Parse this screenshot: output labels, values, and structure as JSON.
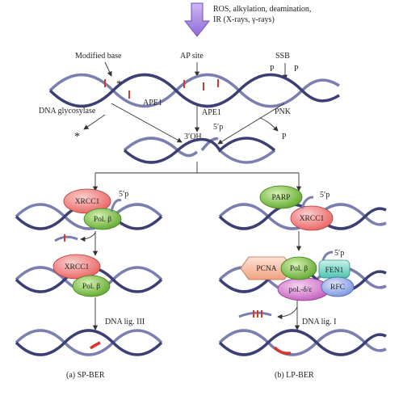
{
  "damage": {
    "agents_line1": "ROS, alkylation, deamination,",
    "agents_line2": "IR (X-rays, γ-rays)",
    "modified_base": "Modified base",
    "ap_site": "AP site",
    "ssb": "SSB",
    "p_left": "P",
    "p_right": "P"
  },
  "processing": {
    "dna_glycosylase": "DNA glycosylase",
    "ape1_left": "APE1",
    "ape1_mid": "APE1",
    "pnk": "PNK",
    "three_oh": "3′OH",
    "five_p": "5′p",
    "released_p": "P",
    "excised_base": "*"
  },
  "sp_ber": {
    "xrcc1": "XRCC1",
    "pol_beta": "Pol. β",
    "five_p": "5′p",
    "xrcc1_b": "XRCC1",
    "pol_beta_b": "Pol. β",
    "ligase": "DNA lig. III",
    "caption": "(a) SP-BER"
  },
  "lp_ber": {
    "parp": "PARP",
    "five_p": "5′p",
    "xrcc1": "XRCC1",
    "pcna": "PCNA",
    "pol_beta": "Pol. β",
    "fen1": "FEN1",
    "five_p_b": "5′p",
    "pol_delta": "pol.-δ/ε",
    "rfc": "RFC",
    "ligase": "DNA lig. I",
    "caption": "(b) LP-BER"
  },
  "colors": {
    "strand": "#7a7fb0",
    "strand_dark": "#3b3f73",
    "damage": "#d9362b",
    "xrcc1": "#f07a7a",
    "pol_beta": "#7fc241",
    "parp": "#7fc241",
    "pcna": "#f4b79a",
    "fen1": "#79d6c4",
    "pol_delta": "#d77bd0",
    "rfc": "#8fa6e6",
    "arrow": "#a98ce0"
  }
}
